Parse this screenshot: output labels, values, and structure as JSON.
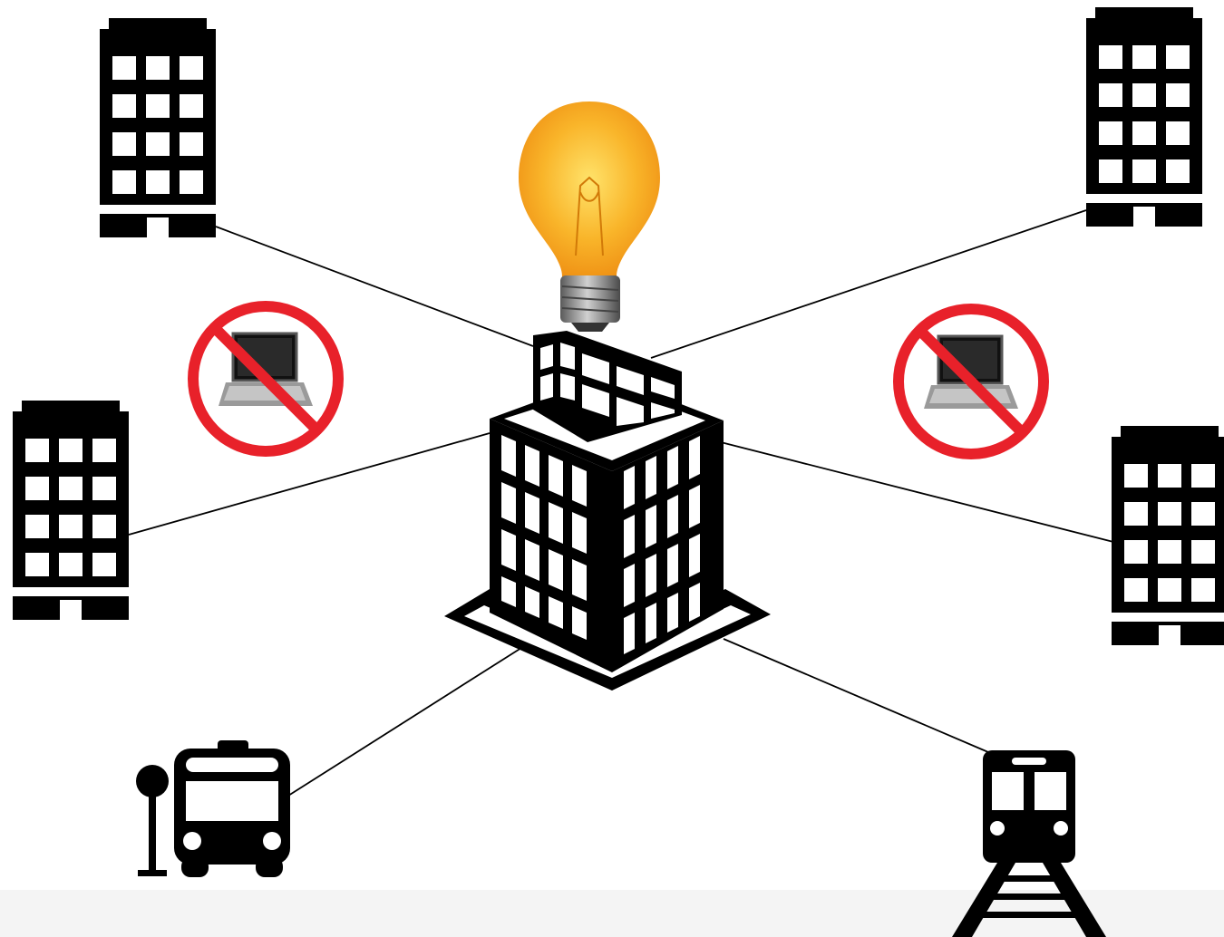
{
  "diagram": {
    "nodes": [
      {
        "id": "central-building",
        "icon": "office-tower-icon"
      },
      {
        "id": "lightbulb",
        "icon": "lightbulb-icon"
      },
      {
        "id": "building-top-left",
        "icon": "apartment-building-icon"
      },
      {
        "id": "building-mid-left",
        "icon": "apartment-building-icon"
      },
      {
        "id": "building-top-right",
        "icon": "apartment-building-icon"
      },
      {
        "id": "building-mid-right",
        "icon": "apartment-building-icon"
      },
      {
        "id": "bus-stop",
        "icon": "bus-stop-icon"
      },
      {
        "id": "train",
        "icon": "train-icon"
      },
      {
        "id": "no-laptop-left",
        "icon": "no-laptop-icon"
      },
      {
        "id": "no-laptop-right",
        "icon": "no-laptop-icon"
      }
    ],
    "edges": [
      {
        "from": "central-building",
        "to": "building-top-left"
      },
      {
        "from": "central-building",
        "to": "building-mid-left"
      },
      {
        "from": "central-building",
        "to": "building-top-right"
      },
      {
        "from": "central-building",
        "to": "building-mid-right"
      },
      {
        "from": "central-building",
        "to": "bus-stop"
      },
      {
        "from": "central-building",
        "to": "train"
      }
    ]
  },
  "colors": {
    "icon": "#000000",
    "prohibition": "#e8212a",
    "bulb": "#f7a21b",
    "bulb_highlight": "#ffe36b",
    "bulb_base": "#8a8a8a",
    "background": "#ffffff"
  }
}
